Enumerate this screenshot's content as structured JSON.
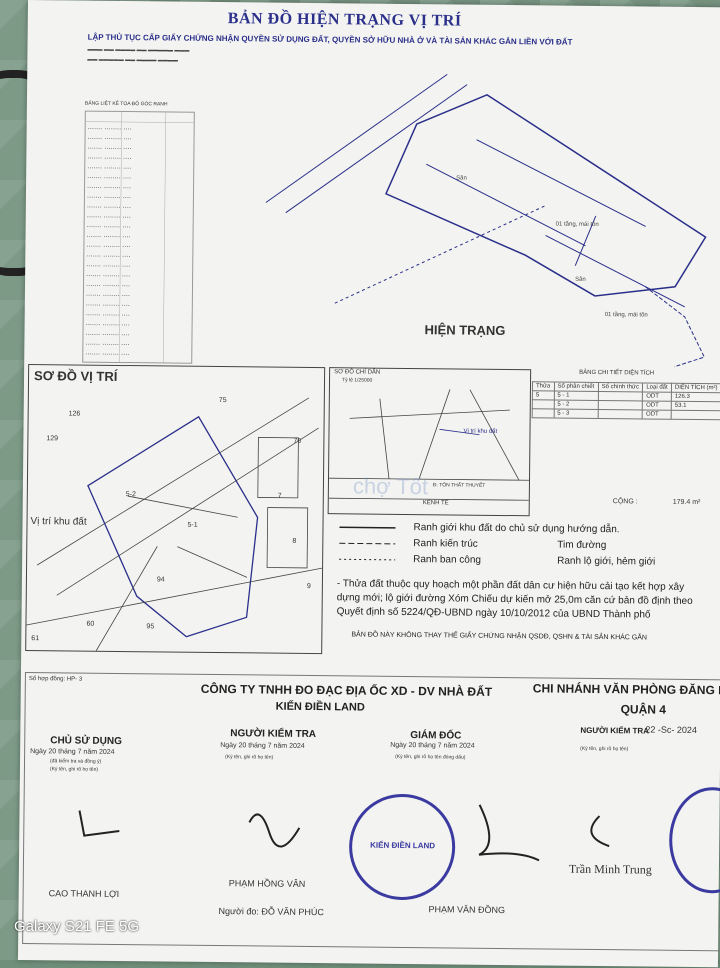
{
  "header": {
    "title": "BẢN ĐỒ HIỆN TRẠNG VỊ TRÍ",
    "subtitle": "LẬP THỦ TỤC CẤP GIẤY CHỨNG NHẬN QUYỀN SỬ DỤNG ĐẤT, QUYỀN SỞ HỮU NHÀ Ở VÀ TÀI SẢN KHÁC GẮN LIỀN VỚI ĐẤT"
  },
  "coords_heading": "BẢNG LIỆT KÊ TỌA ĐỘ GÓC RANH",
  "map_labels": {
    "hien_trang": "HIỆN TRẠNG",
    "so_do_vi_tri": "SƠ ĐỒ VỊ TRÍ",
    "vi_tri_khu_dat": "Vị trí khu đất",
    "so_do_chi_dan": "SƠ ĐỒ CHỈ DẪN",
    "ti_le": "Tỷ lệ 1/25000",
    "vi_tri_khu_dat_2": "Vị trí khu đất",
    "kenh_te": "KÊNH TẺ",
    "street_ton_that_thuyet": "Đ. TÔN THẤT THUYẾT",
    "lot_labels": [
      "01 tầng, mái tôn",
      "01 tầng, mái tôn",
      "Sân",
      "Sân"
    ],
    "parcel_numbers": [
      "126",
      "129",
      "5-2",
      "5-1",
      "61",
      "60",
      "95",
      "94",
      "75",
      "76",
      "7",
      "8",
      "9"
    ]
  },
  "area_table": {
    "title": "BẢNG CHI TIẾT DIỆN TÍCH",
    "headers": [
      "Thửa",
      "Số phân chiết",
      "Số chính thức",
      "Loại đất",
      "DIỆN TÍCH (m²)"
    ],
    "rows": [
      [
        "5",
        "5 - 1",
        "",
        "ODT",
        "126.3"
      ],
      [
        "",
        "5 - 2",
        "",
        "ODT",
        "53.1"
      ],
      [
        "",
        "5 - 3",
        "",
        "ODT",
        ""
      ]
    ],
    "total_label": "CỘNG :",
    "total_value": "179.4 m²"
  },
  "legend": [
    {
      "label": "Ranh giới khu đất do chủ sử dụng hướng dẫn."
    },
    {
      "label": "Ranh kiến trúc",
      "label2": "Tim đường"
    },
    {
      "label": "Ranh ban công",
      "label2": "Ranh lộ giới, hẻm giới"
    }
  ],
  "note": "- Thửa đất thuộc quy hoạch một phần đất dân cư hiện hữu cải tạo kết hợp xây dựng mới; lộ giới đường Xóm Chiếu dự kiến mở 25,0m căn cứ bản đồ định theo Quyết định số 5224/QĐ-UBND ngày 10/10/2012 của UBND Thành phố",
  "disclaimer": "BẢN ĐỒ NÀY KHÔNG THAY THẾ GIẤY CHỨNG NHẬN QSDĐ, QSHN & TÀI SẢN KHÁC GẮN",
  "company": {
    "name": "CÔNG TY TNHH ĐO ĐẠC ĐỊA ỐC XD - DV NHÀ ĐẤT",
    "brand": "KIẾN ĐIỀN LAND"
  },
  "branch": {
    "name": "CHI NHÁNH VĂN PHÒNG ĐĂNG K",
    "district": "QUẬN 4"
  },
  "contract": "Số hợp đồng: HP- 3",
  "signers": [
    {
      "role": "CHỦ SỬ DỤNG",
      "date": "Ngày 20 tháng 7 năm 2024",
      "note1": "(đã kiểm tra và đồng ý)",
      "note2": "(Ký tên, ghi rõ họ tên)",
      "name": "CAO THANH LỢI"
    },
    {
      "role": "NGƯỜI KIỂM TRA",
      "date": "Ngày 20 tháng 7 năm 2024",
      "note2": "(Ký tên, ghi rõ họ tên)",
      "name": "PHẠM HỒNG VÂN"
    },
    {
      "role": "GIÁM ĐỐC",
      "date": "Ngày 20 tháng 7 năm 2024",
      "note2": "(Ký tên, ghi rõ họ tên đóng dấu)",
      "name": "PHẠM VĂN ĐỒNG"
    },
    {
      "role": "NGƯỜI KIỂM TRA",
      "date": "22 -Sc- 2024",
      "note2": "(Ký tên, ghi rõ họ tên)",
      "name": "Trần Minh Trung"
    }
  ],
  "surveyor": "Người đo: ĐỖ VĂN PHÚC",
  "stamp_text": "KIẾN ĐIỀN LAND",
  "phone_caption": "Galaxy S21 FE 5G",
  "watermark": "chợ Tốt",
  "colors": {
    "ink": "#2a2f8a",
    "paper": "#f3f3f1",
    "stamp": "#3a3aa0"
  }
}
